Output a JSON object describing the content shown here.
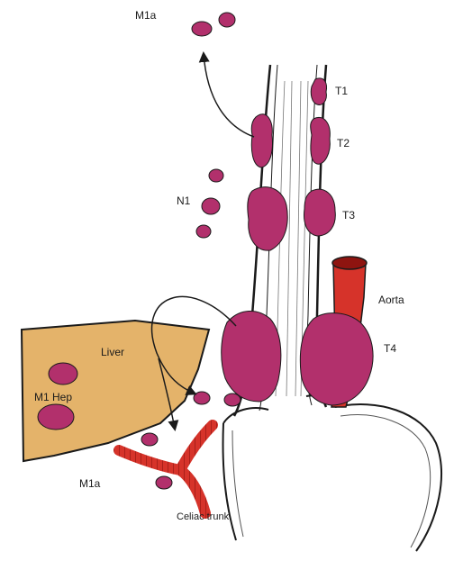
{
  "labels": {
    "m1a_top": "M1a",
    "t1": "T1",
    "t2": "T2",
    "n1": "N1",
    "t3": "T3",
    "aorta": "Aorta",
    "t4": "T4",
    "liver": "Liver",
    "m1_hep": "M1 Hep",
    "m1a_bottom": "M1a",
    "celiac_trunk": "Celiac trunk"
  },
  "colors": {
    "tumor": "#b2306c",
    "liver": "#e4b36a",
    "aorta": "#d6332a",
    "outline": "#1a1a1a"
  }
}
